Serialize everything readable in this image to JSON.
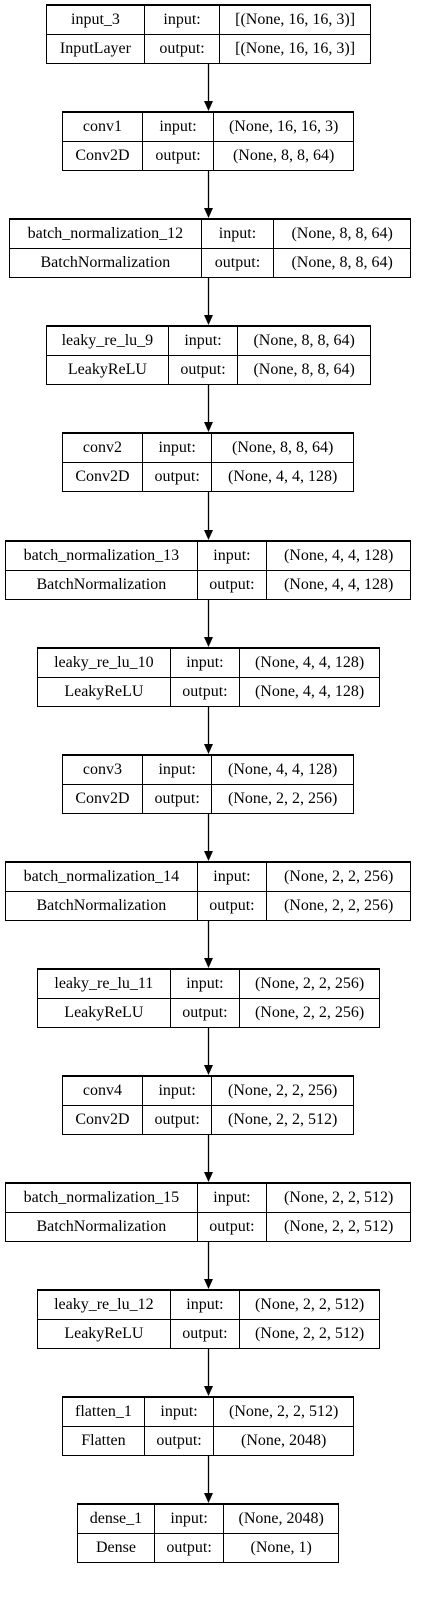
{
  "nodes": [
    {
      "name": "input_3",
      "type": "InputLayer",
      "input": "[(None, 16, 16, 3)]",
      "output": "[(None, 16, 16, 3)]"
    },
    {
      "name": "conv1",
      "type": "Conv2D",
      "input": "(None, 16, 16, 3)",
      "output": "(None, 8, 8, 64)"
    },
    {
      "name": "batch_normalization_12",
      "type": "BatchNormalization",
      "input": "(None, 8, 8, 64)",
      "output": "(None, 8, 8, 64)"
    },
    {
      "name": "leaky_re_lu_9",
      "type": "LeakyReLU",
      "input": "(None, 8, 8, 64)",
      "output": "(None, 8, 8, 64)"
    },
    {
      "name": "conv2",
      "type": "Conv2D",
      "input": "(None, 8, 8, 64)",
      "output": "(None, 4, 4, 128)"
    },
    {
      "name": "batch_normalization_13",
      "type": "BatchNormalization",
      "input": "(None, 4, 4, 128)",
      "output": "(None, 4, 4, 128)"
    },
    {
      "name": "leaky_re_lu_10",
      "type": "LeakyReLU",
      "input": "(None, 4, 4, 128)",
      "output": "(None, 4, 4, 128)"
    },
    {
      "name": "conv3",
      "type": "Conv2D",
      "input": "(None, 4, 4, 128)",
      "output": "(None, 2, 2, 256)"
    },
    {
      "name": "batch_normalization_14",
      "type": "BatchNormalization",
      "input": "(None, 2, 2, 256)",
      "output": "(None, 2, 2, 256)"
    },
    {
      "name": "leaky_re_lu_11",
      "type": "LeakyReLU",
      "input": "(None, 2, 2, 256)",
      "output": "(None, 2, 2, 256)"
    },
    {
      "name": "conv4",
      "type": "Conv2D",
      "input": "(None, 2, 2, 256)",
      "output": "(None, 2, 2, 512)"
    },
    {
      "name": "batch_normalization_15",
      "type": "BatchNormalization",
      "input": "(None, 2, 2, 512)",
      "output": "(None, 2, 2, 512)"
    },
    {
      "name": "leaky_re_lu_12",
      "type": "LeakyReLU",
      "input": "(None, 2, 2, 512)",
      "output": "(None, 2, 2, 512)"
    },
    {
      "name": "flatten_1",
      "type": "Flatten",
      "input": "(None, 2, 2, 512)",
      "output": "(None, 2048)"
    },
    {
      "name": "dense_1",
      "type": "Dense",
      "input": "(None, 2048)",
      "output": "(None, 1)"
    }
  ],
  "labels": {
    "input": "input:",
    "output": "output:"
  }
}
